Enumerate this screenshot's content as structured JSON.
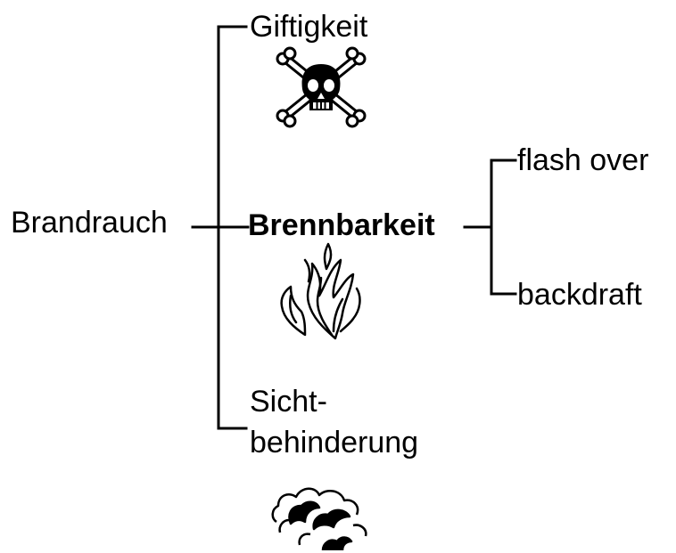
{
  "root": {
    "label": "Brandrauch"
  },
  "branches": [
    {
      "label": "Giftigkeit",
      "icon": "skull-crossbones-icon"
    },
    {
      "label": "Brennbarkeit",
      "emphasis": "bold",
      "icon": "flame-icon",
      "children": [
        {
          "label": "flash over"
        },
        {
          "label": "backdraft"
        }
      ]
    },
    {
      "label_line1": "Sicht-",
      "label_line2": "behinderung",
      "icon": "smoke-cloud-icon"
    }
  ],
  "colors": {
    "line": "#000000",
    "text": "#000000",
    "background": "#ffffff"
  }
}
